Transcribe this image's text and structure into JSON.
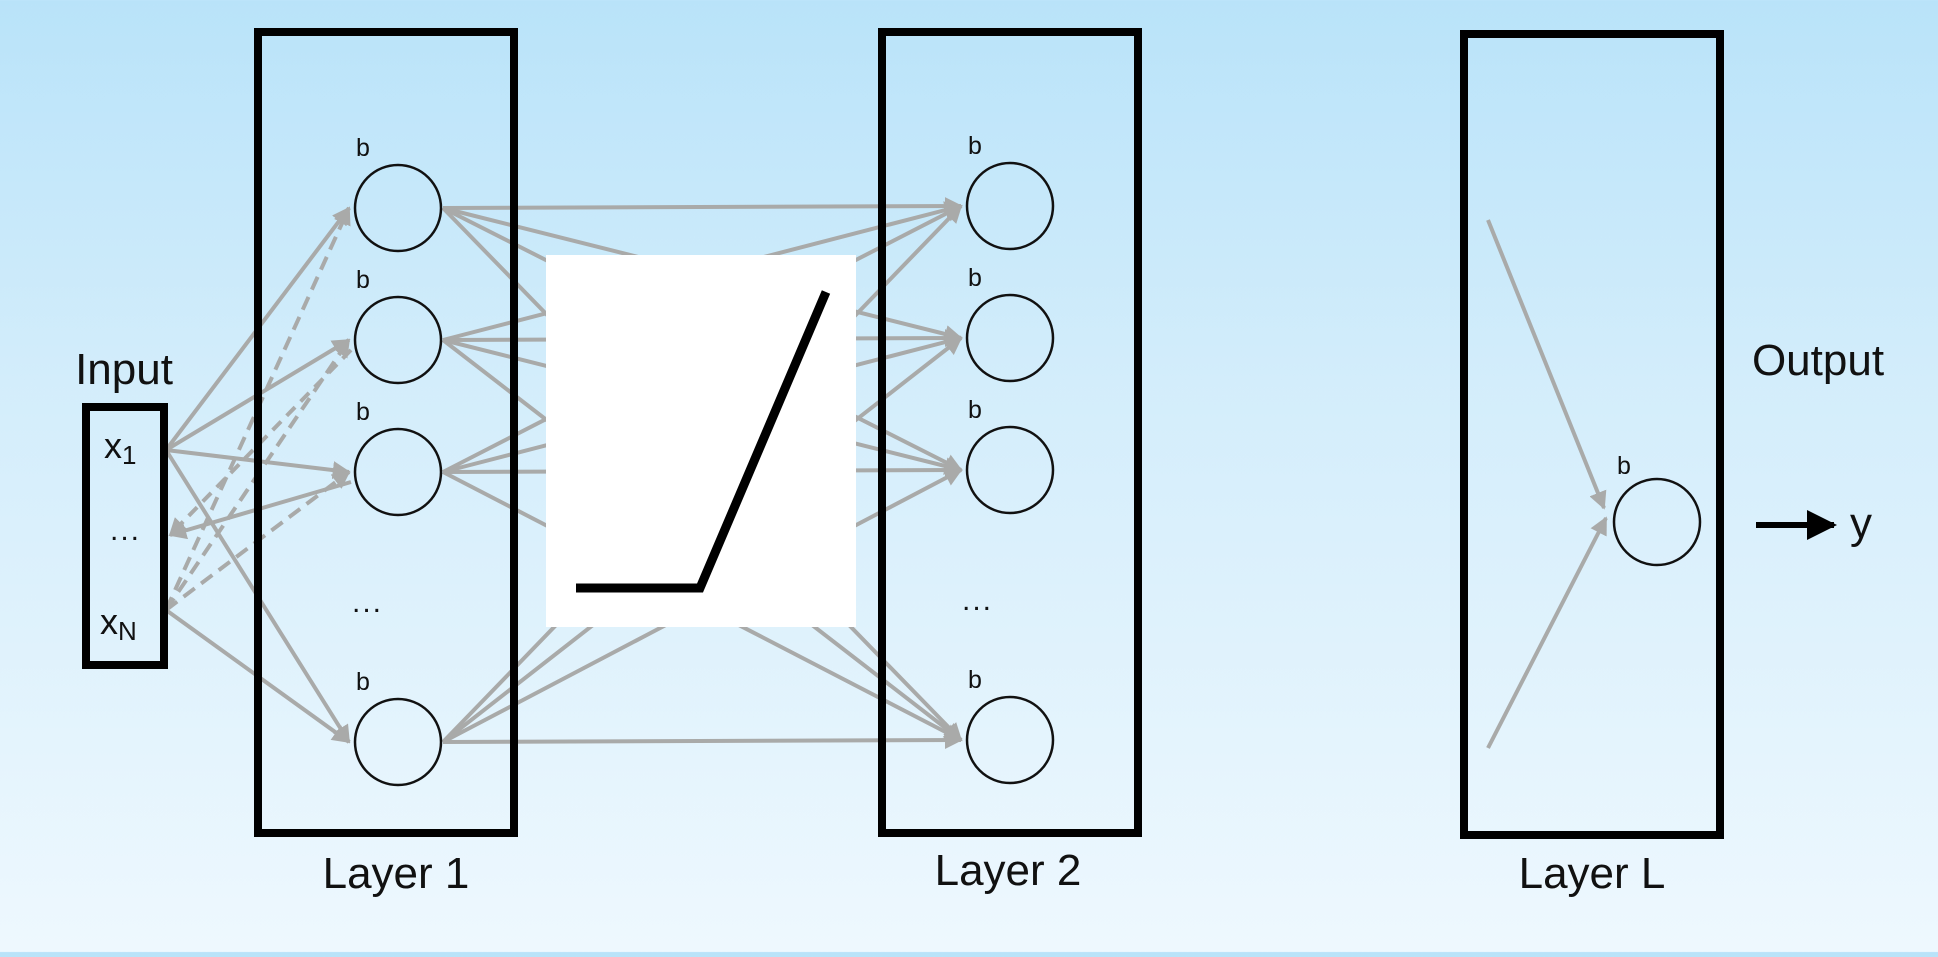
{
  "input": {
    "title": "Input",
    "x_first": "x",
    "x_first_sub": "1",
    "dots": "...",
    "x_last": "x",
    "x_last_sub": "N"
  },
  "layers": [
    {
      "label": "Layer 1",
      "bias": "b",
      "dots": "..."
    },
    {
      "label": "Layer 2",
      "bias": "b",
      "dots": "..."
    },
    {
      "label": "Layer L",
      "bias": "b"
    }
  ],
  "output": {
    "title": "Output",
    "symbol": "y"
  },
  "colors": {
    "background_top": "#b9e3f9",
    "background_bottom": "#eef8fe",
    "box_stroke": "#000000",
    "connection": "#a9aaa9",
    "node_stroke": "#111111",
    "activation_panel": "#ffffff",
    "activation_curve": "#000000"
  },
  "activation_icon": "relu-curve-icon"
}
